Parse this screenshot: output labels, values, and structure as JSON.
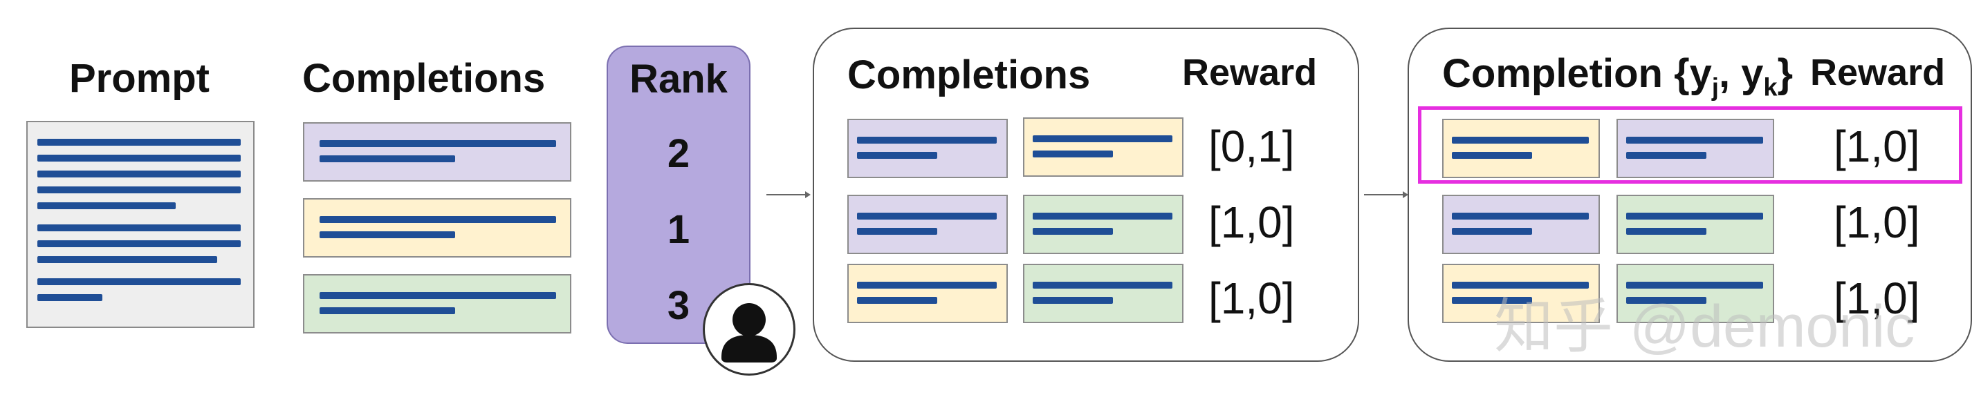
{
  "prompt": {
    "title": "Prompt"
  },
  "completions": {
    "title": "Completions"
  },
  "rank": {
    "title": "Rank",
    "values": [
      "2",
      "1",
      "3"
    ]
  },
  "group1": {
    "title": "Completions",
    "reward_title": "Reward",
    "rows": [
      {
        "colors": [
          "purple",
          "yellow"
        ],
        "reward": "[0,1]"
      },
      {
        "colors": [
          "purple",
          "green"
        ],
        "reward": "[1,0]"
      },
      {
        "colors": [
          "yellow",
          "green"
        ],
        "reward": "[1,0]"
      }
    ]
  },
  "group2": {
    "title_prefix": "Completion {y",
    "sub_j": "j",
    "title_mid": ", y",
    "sub_k": "k",
    "title_suffix": "}",
    "reward_title": "Reward",
    "rows": [
      {
        "colors": [
          "yellow",
          "purple"
        ],
        "reward": "[1,0]"
      },
      {
        "colors": [
          "purple",
          "green"
        ],
        "reward": "[1,0]"
      },
      {
        "colors": [
          "yellow",
          "green"
        ],
        "reward": "[1,0]"
      }
    ]
  },
  "watermark": "知乎 @demonic",
  "colors": {
    "line": "#1f4e96",
    "purple": "#dcd6ec",
    "yellow": "#fff2cf",
    "green": "#d8ead3",
    "rank_bg": "#b5a9de",
    "highlight": "#e62ee0"
  },
  "icons": {
    "user": "user-icon",
    "arrow": "arrow-right-icon"
  }
}
